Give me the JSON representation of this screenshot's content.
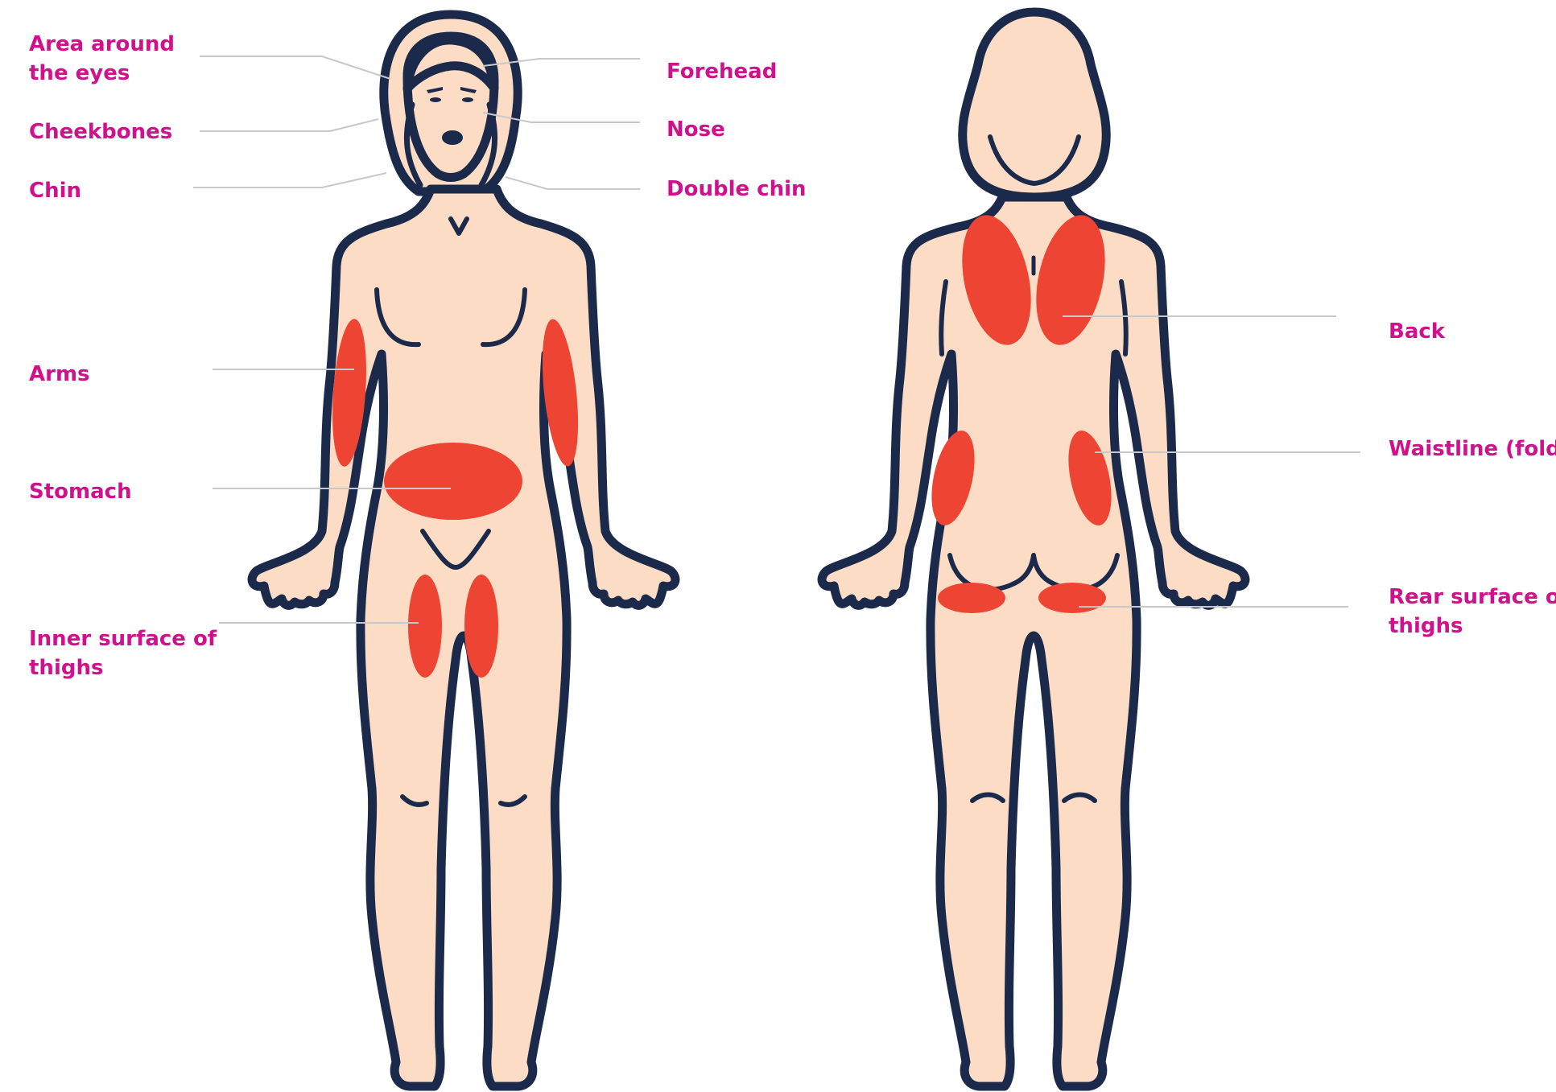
{
  "colors": {
    "background": "#ffffff",
    "label": "#d0118c",
    "skin": "#fcdcc4",
    "outline": "#1b2a4a",
    "zone": "#ee4433",
    "leader": "#c8c8c8"
  },
  "front_labels": {
    "eyes_line1": "Area around",
    "eyes_line2": "the eyes",
    "cheekbones": "Cheekbones",
    "chin": "Chin",
    "forehead": "Forehead",
    "nose": "Nose",
    "double_chin": "Double chin",
    "arms": "Arms",
    "stomach": "Stomach",
    "inner_thighs_line1": "Inner surface of",
    "inner_thighs_line2": "thighs"
  },
  "back_labels": {
    "back": "Back",
    "waistline": "Waistline (folds)",
    "rear_thighs_line1": "Rear surface of",
    "rear_thighs_line2": "thighs"
  }
}
